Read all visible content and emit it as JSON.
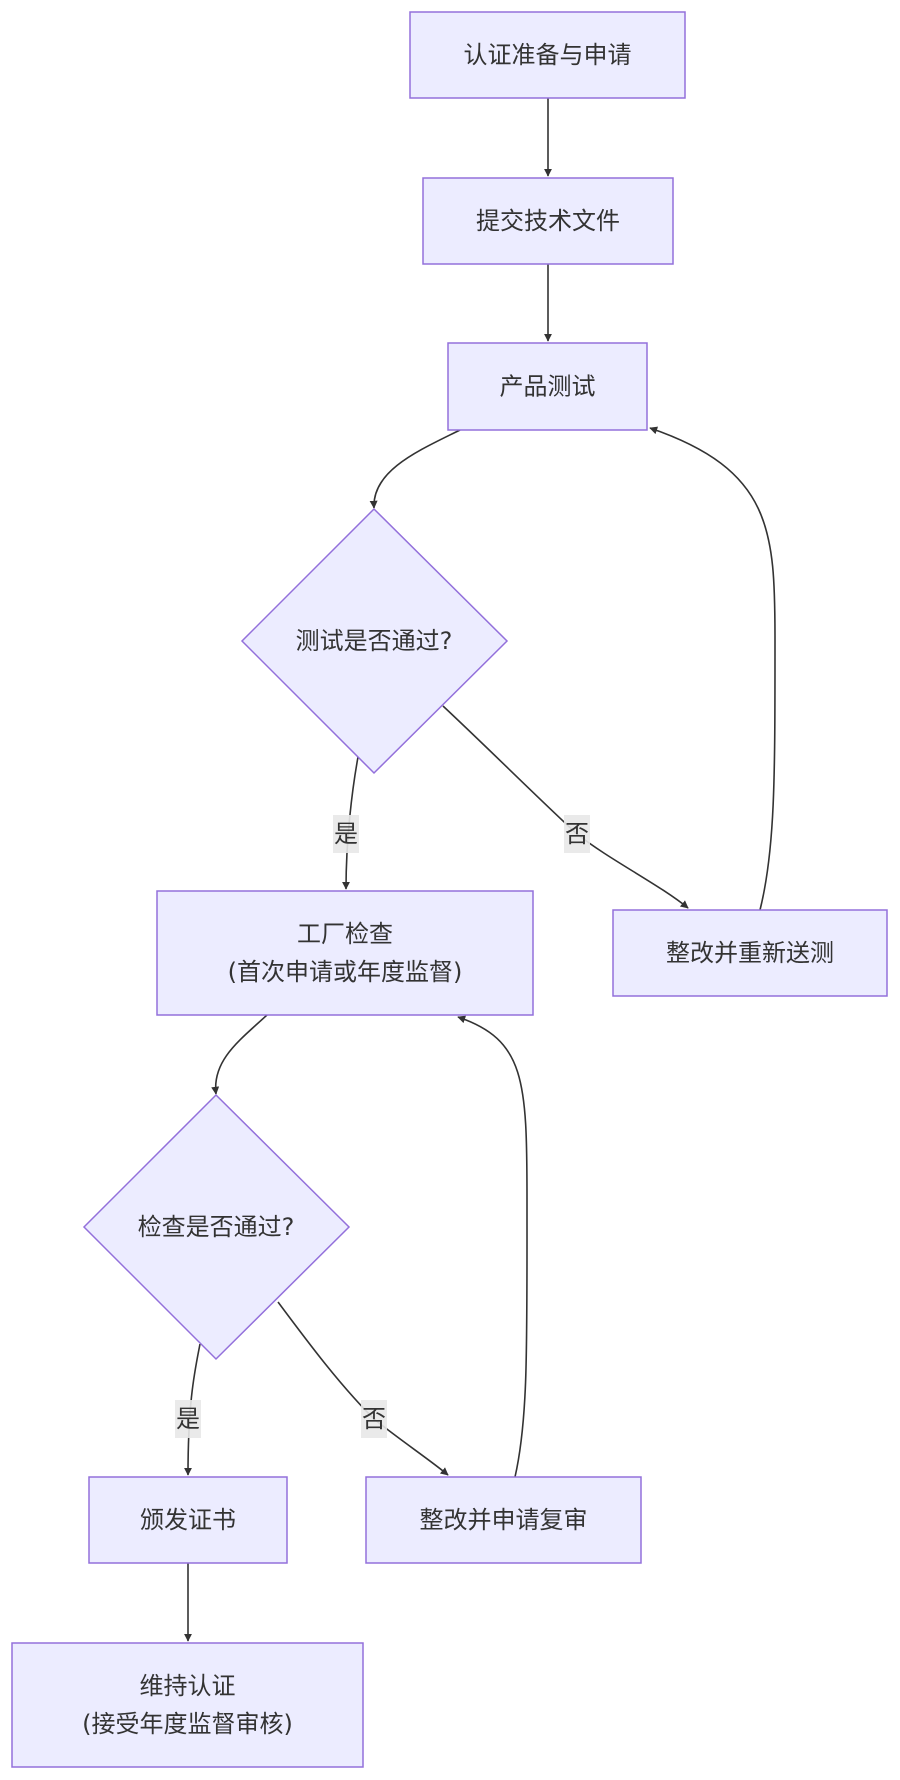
{
  "diagram": {
    "type": "flowchart",
    "direction": "top-down",
    "colors": {
      "node_fill": "#ececff",
      "node_stroke": "#9370db",
      "edge": "#333333",
      "text": "#333333",
      "edge_label_bg": "#e8e8e8"
    },
    "nodes": [
      {
        "id": "A",
        "shape": "rect",
        "lines": [
          "认证准备与申请"
        ]
      },
      {
        "id": "B",
        "shape": "rect",
        "lines": [
          "提交技术文件"
        ]
      },
      {
        "id": "C",
        "shape": "rect",
        "lines": [
          "产品测试"
        ]
      },
      {
        "id": "D",
        "shape": "diamond",
        "lines": [
          "测试是否通过?"
        ]
      },
      {
        "id": "E",
        "shape": "rect",
        "lines": [
          "工厂检查",
          "(首次申请或年度监督)"
        ]
      },
      {
        "id": "F",
        "shape": "rect",
        "lines": [
          "整改并重新送测"
        ]
      },
      {
        "id": "G",
        "shape": "diamond",
        "lines": [
          "检查是否通过?"
        ]
      },
      {
        "id": "H",
        "shape": "rect",
        "lines": [
          "颁发证书"
        ]
      },
      {
        "id": "I",
        "shape": "rect",
        "lines": [
          "整改并申请复审"
        ]
      },
      {
        "id": "J",
        "shape": "rect",
        "lines": [
          "维持认证",
          "(接受年度监督审核)"
        ]
      }
    ],
    "edges": [
      {
        "from": "A",
        "to": "B",
        "label": ""
      },
      {
        "from": "B",
        "to": "C",
        "label": ""
      },
      {
        "from": "C",
        "to": "D",
        "label": ""
      },
      {
        "from": "D",
        "to": "E",
        "label": "是"
      },
      {
        "from": "D",
        "to": "F",
        "label": "否"
      },
      {
        "from": "F",
        "to": "C",
        "label": ""
      },
      {
        "from": "E",
        "to": "G",
        "label": ""
      },
      {
        "from": "G",
        "to": "H",
        "label": "是"
      },
      {
        "from": "G",
        "to": "I",
        "label": "否"
      },
      {
        "from": "I",
        "to": "E",
        "label": ""
      },
      {
        "from": "H",
        "to": "J",
        "label": ""
      }
    ]
  }
}
